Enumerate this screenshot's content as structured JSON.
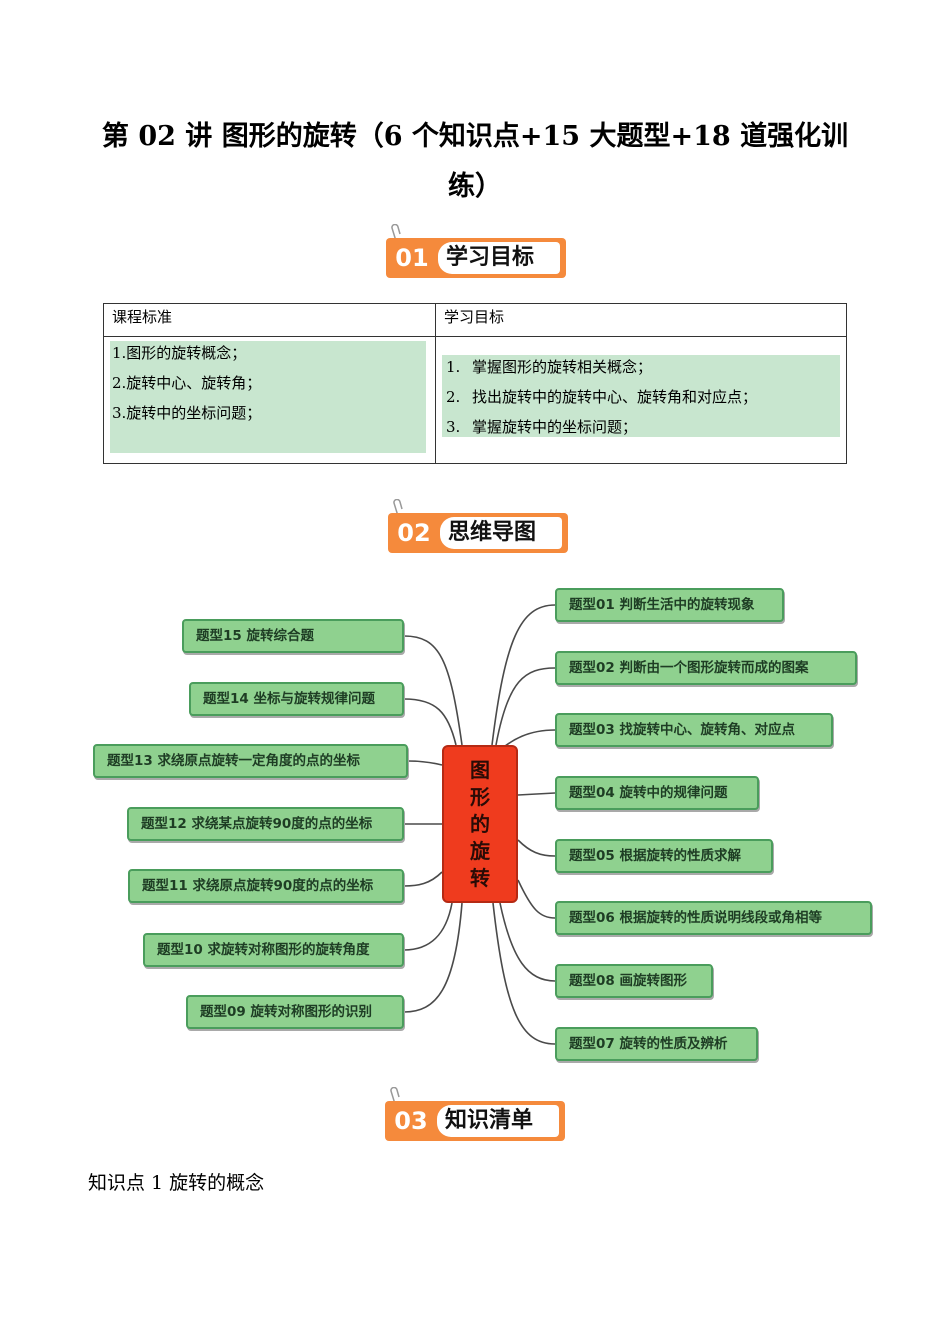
{
  "title_line1": "第 02 讲  图形的旋转（6 个知识点+15 大题型+18 道强化训",
  "title_line2": "练）",
  "banners": [
    {
      "num": "01",
      "label": "学习目标"
    },
    {
      "num": "02",
      "label": "思维导图"
    },
    {
      "num": "03",
      "label": "知识清单"
    }
  ],
  "goals_table": {
    "left_header": "课程标准",
    "right_header": "学习目标",
    "left_items": [
      "1.图形的旋转概念；",
      "2.旋转中心、旋转角；",
      "3.旋转中的坐标问题；"
    ],
    "right_items": [
      {
        "n": "1.",
        "text": "掌握图形的旋转相关概念；"
      },
      {
        "n": "2.",
        "text": "找出旋转中的旋转中心、旋转角和对应点；"
      },
      {
        "n": "3.",
        "text": "掌握旋转中的坐标问题；"
      }
    ]
  },
  "mindmap": {
    "center_chars": [
      "图",
      "形",
      "的",
      "旋",
      "转"
    ],
    "right_nodes": [
      "题型01  判断生活中的旋转现象",
      "题型02  判断由一个图形旋转而成的图案",
      "题型03  找旋转中心、旋转角、对应点",
      "题型04  旋转中的规律问题",
      "题型05  根据旋转的性质求解",
      "题型06  根据旋转的性质说明线段或角相等",
      "题型08  画旋转图形",
      "题型07  旋转的性质及辨析"
    ],
    "left_nodes": [
      "题型15  旋转综合题",
      "题型14  坐标与旋转规律问题",
      "题型13  求绕原点旋转一定角度的点的坐标",
      "题型12  求绕某点旋转90度的点的坐标",
      "题型11  求绕原点旋转90度的点的坐标",
      "题型10  求旋转对称图形的旋转角度",
      "题型09  旋转对称图形的识别"
    ]
  },
  "knowledge_heading": "知识点 1  旋转的概念"
}
